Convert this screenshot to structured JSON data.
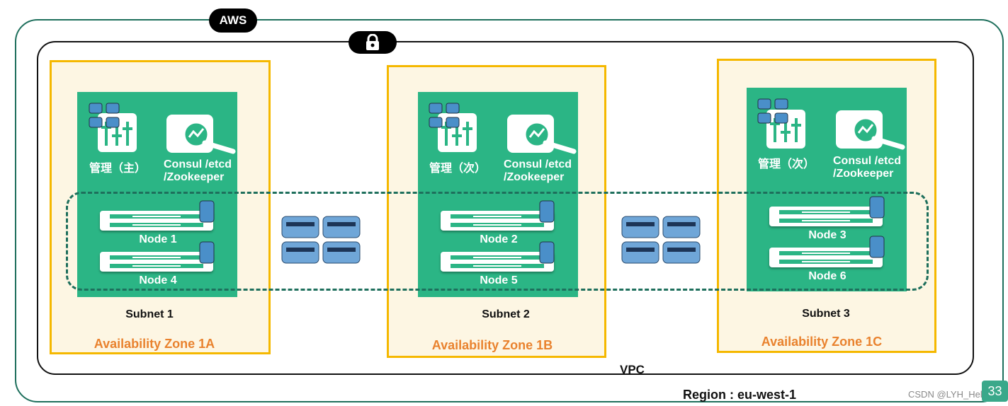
{
  "diagram": {
    "aws_label": "AWS",
    "region_label": "Region : eu-west-1",
    "vpc_label": "VPC",
    "watermark": "CSDN @LYH_Helen",
    "page_badge": "33",
    "zones": [
      {
        "name": "Availability Zone 1A",
        "subnet": "Subnet 1",
        "manager_label": "管理（主）",
        "consul_label": "Consul /etcd\n/Zookeeper",
        "nodes": [
          "Node 1",
          "Node 4"
        ]
      },
      {
        "name": "Availability Zone 1B",
        "subnet": "Subnet 2",
        "manager_label": "管理（次）",
        "consul_label": "Consul /etcd\n/Zookeeper",
        "nodes": [
          "Node 2",
          "Node 5"
        ]
      },
      {
        "name": "Availability Zone 1C",
        "subnet": "Subnet 3",
        "manager_label": "管理（次）",
        "consul_label": "Consul /etcd\n/Zookeeper",
        "nodes": [
          "Node 3",
          "Node 6"
        ]
      }
    ],
    "colors": {
      "region_border": "#1e6f5c",
      "az_border": "#f5b800",
      "az_fill": "#fdf6e3",
      "subnet_green": "#2bb585",
      "az_text": "#e9822e"
    },
    "icons": [
      "aws-cloud-icon",
      "lock-cloud-icon",
      "manager-sliders-icon",
      "consul-search-icon",
      "server-icon",
      "docker-swarm-icon"
    ]
  }
}
